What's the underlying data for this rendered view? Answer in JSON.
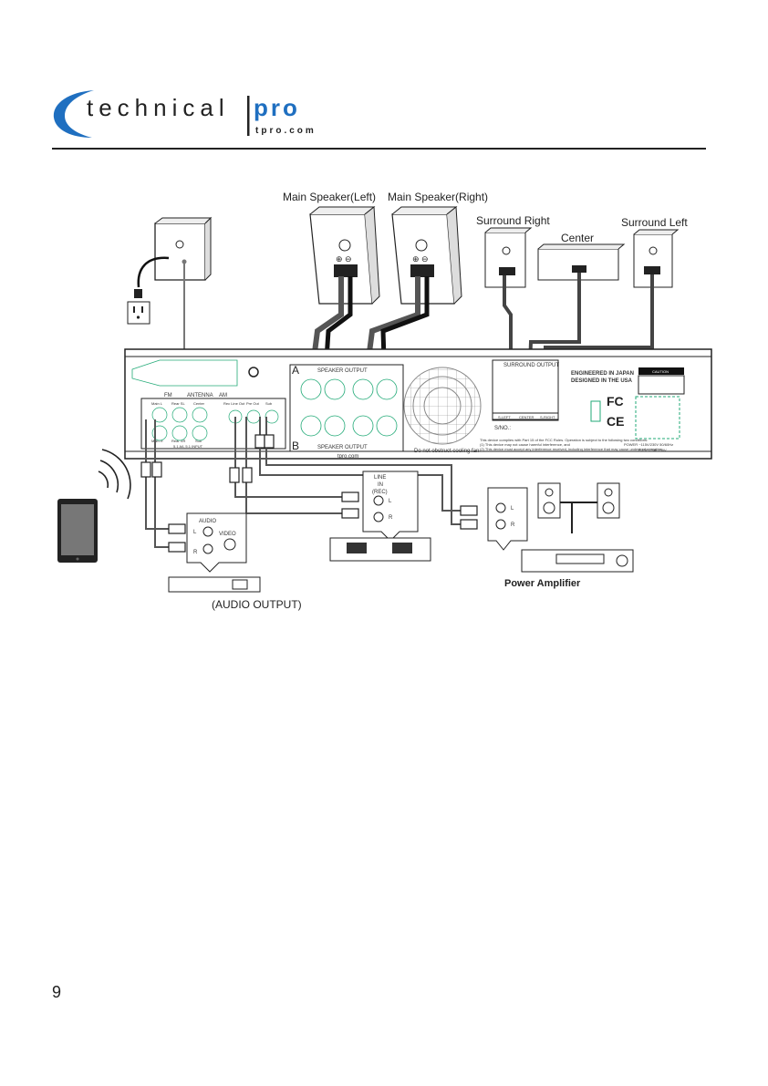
{
  "brand": {
    "name_left": "technical",
    "name_right": "pro",
    "url": "tpro.com",
    "colors": {
      "blue": "#1f6fc0",
      "dark": "#222222"
    }
  },
  "page": {
    "number": "9"
  },
  "diagram": {
    "labels": {
      "main_left": "Main Speaker(Left)",
      "main_right": "Main Speaker(Right)",
      "surround_right": "Surround Right",
      "center": "Center",
      "surround_left": "Surround Left",
      "power_amplifier": "Power Amplifier",
      "audio_output": "(AUDIO OUTPUT)"
    },
    "panel": {
      "speaker_output": "SPEAKER OUTPUT",
      "surround_output": "SURROUND OUTPUT",
      "bank_a": "A",
      "bank_b": "B",
      "antenna": "ANTENNA",
      "am": "AM",
      "fm": "FM",
      "engineered": "ENGINEERED IN JAPAN",
      "designed": "DESIGNED IN THE USA",
      "sno": "S/NO.:",
      "s_left": "S-LEFT",
      "center_out": "CENTER",
      "s_right": "S-RIGHT",
      "fan_note": "Do not obstruct cooling fan",
      "website": "tpro.com",
      "power_spec": "POWER ~115V/230V 50/60Hz",
      "fuse_spec": "FUSE T3AL250V",
      "fc": "FC",
      "ce": "CE",
      "caution": "CAUTION",
      "fcc_line1": "This device complies with Part 15 of the FCC Rules. Operation is subject to the following two conditions:",
      "fcc_line2": "(1) This device may not cause harmful interference, and",
      "fcc_line3": "(2) This device must accept any interference received, including interference that may cause undesired operation.",
      "jack_main_l": "Main L",
      "jack_rear_sl": "Rear SL",
      "jack_center": "Center",
      "jack_rec_line": "Rec Line Out",
      "jack_pre_out": "Pre Out",
      "jack_sub": "Sub",
      "jack_main_r": "Main R",
      "jack_rear_sr": "Rear SR",
      "jack_sub2": "Sub",
      "analog_input": "5.1 A/L 5.1 INPUT"
    },
    "devices": {
      "line_label": "LINE",
      "in_label": "IN",
      "rec_label": "(REC)",
      "audio": "AUDIO",
      "video": "VIDEO",
      "l": "L",
      "r": "R"
    }
  }
}
